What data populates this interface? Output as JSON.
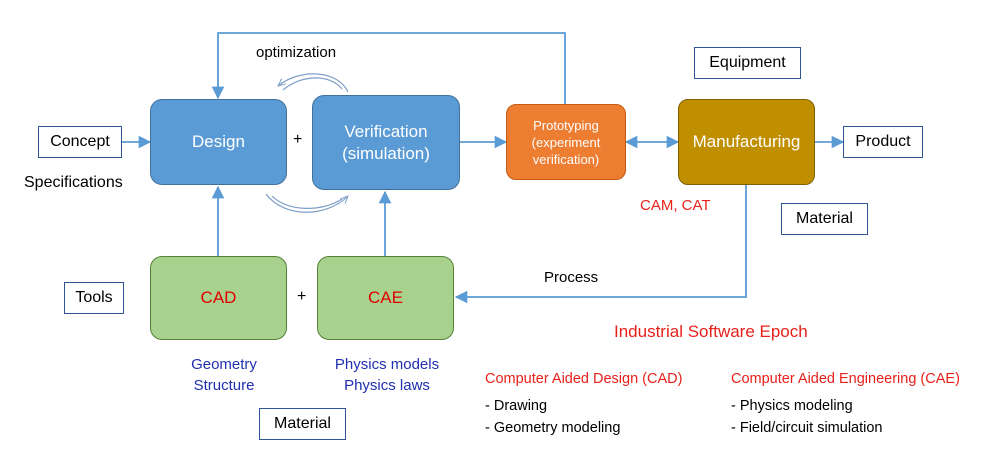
{
  "nodes": {
    "design": "Design",
    "verification_line1": "Verification",
    "verification_line2": "(simulation)",
    "prototyping_line1": "Prototyping",
    "prototyping_line2": "(experiment",
    "prototyping_line3": "verification)",
    "manufacturing": "Manufacturing",
    "cad": "CAD",
    "cae": "CAE"
  },
  "boxes": {
    "concept": "Concept",
    "product": "Product",
    "equipment": "Equipment",
    "material_right": "Material",
    "tools": "Tools",
    "material_bottom": "Material"
  },
  "labels": {
    "optimization": "optimization",
    "specifications": "Specifications",
    "plus_top": "+",
    "plus_bottom": "+",
    "cam_cat": "CAM, CAT",
    "process": "Process",
    "geometry": "Geometry",
    "structure": "Structure",
    "physics_models": "Physics models",
    "physics_laws": "Physics laws"
  },
  "legend": {
    "title": "Industrial Software Epoch",
    "cad_heading": "Computer Aided Design (CAD)",
    "cad_items": [
      "- Drawing",
      "- Geometry modeling"
    ],
    "cae_heading": "Computer Aided Engineering (CAE)",
    "cae_items": [
      "- Physics modeling",
      "- Field/circuit simulation"
    ]
  },
  "colors": {
    "design_fill": "#5b9bd5",
    "prototyping_fill": "#ed7d31",
    "manufacturing_fill": "#bf8f00",
    "cad_cae_fill": "#a9d18e",
    "arrow": "#5b9bd5",
    "highlight_text": "#e8201a",
    "note_text": "#1f2fb0"
  }
}
